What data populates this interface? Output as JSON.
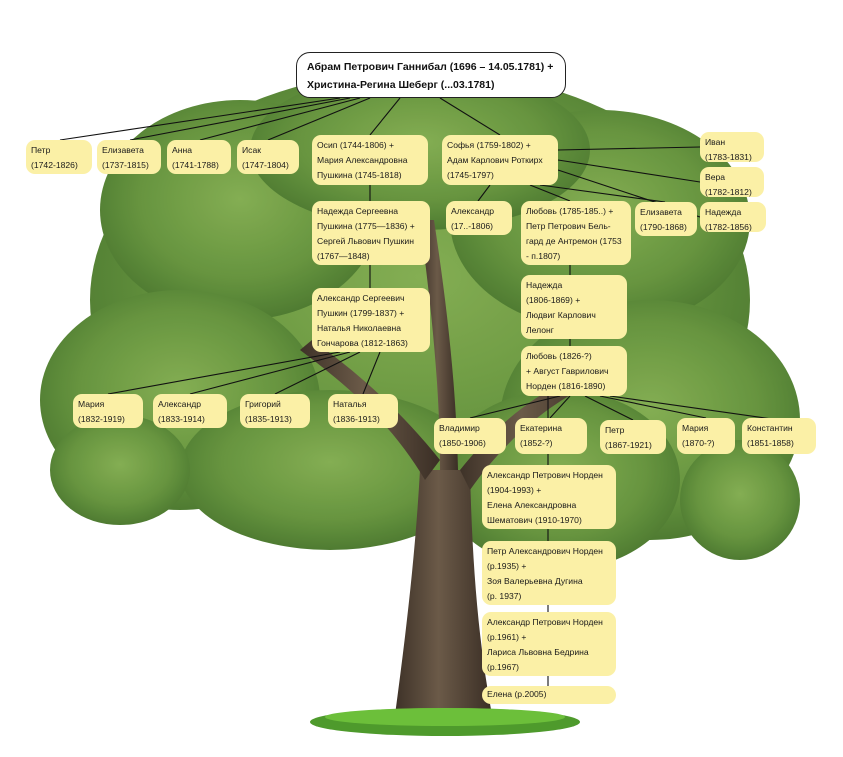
{
  "root": "Абрам Петрович Ганнибал (1696 – 14.05.1781) +\nХристина-Регина Шеберг (...03.1781)",
  "persons": {
    "petr1": "Петр\n(1742-1826)",
    "elizaveta1": "Елизавета\n(1737-1815)",
    "anna": "Анна\n(1741-1788)",
    "isak": "Исак\n(1747-1804)",
    "osip": "Осип (1744-1806) +\nМария Александровна\nПушкина (1745-1818)",
    "sofya": "Софья (1759-1802) +\nАдам Карлович Роткирх\n(1745-1797)",
    "ivan": "Иван\n(1783-1831)",
    "vera": "Вера\n(1782-1812)",
    "nadezhda2": "Надежда\n(1782-1856)",
    "elizaveta2": "Елизавета\n(1790-1868)",
    "aleksandr1": "Александр\n(17..-1806)",
    "lyubov1": "Любовь (1785-185..) +\nПетр Петрович Бель-\nгард де Антремон (1753\n- п.1807)",
    "nadezhda_s": "Надежда Сергеевна\nПушкина (1775—1836) +\nСергей Львович Пушкин\n(1767—1848)",
    "pushkin": "Александр Сергеевич\nПушкин (1799-1837) +\nНаталья Николаевна\nГончарова (1812-1863)",
    "nadezhda3": "Надежда\n(1806-1869) +\nЛюдвиг Карлович\nЛелонг",
    "lyubov2": "Любовь (1826-?)\n+ Август Гаврилович\nНорден (1816-1890)",
    "mariya1": "Мария\n(1832-1919)",
    "aleksandr2": "Александр\n(1833-1914)",
    "grigoriy": "Григорий\n(1835-1913)",
    "natalya": "Наталья\n(1836-1913)",
    "vladimir": "Владимир\n(1850-1906)",
    "ekaterina": "Екатерина\n(1852-?)",
    "petr2": "Петр\n(1867-1921)",
    "mariya2": "Мария\n(1870-?)",
    "konstantin": "Константин\n(1851-1858)",
    "aleksandr_norden": "Александр Петрович Норден\n(1904-1993) +\nЕлена Александровна\nШематович (1910-1970)",
    "petr_norden": "Петр Александрович Норден\n(р.1935) +\nЗоя Валерьевна Дугина\n(р. 1937)",
    "aleksandr_norden2": "Александр Петрович Норден\n(р.1961) +\nЛариса Львовна Бедрина\n(р.1967)",
    "elena": "Елена (р.2005)"
  },
  "colors": {
    "node": "#fbf0a6",
    "line": "#111111",
    "foliage": "#5f8f35",
    "trunk": "#5a4a3a",
    "grass": "#4e9a2c"
  }
}
